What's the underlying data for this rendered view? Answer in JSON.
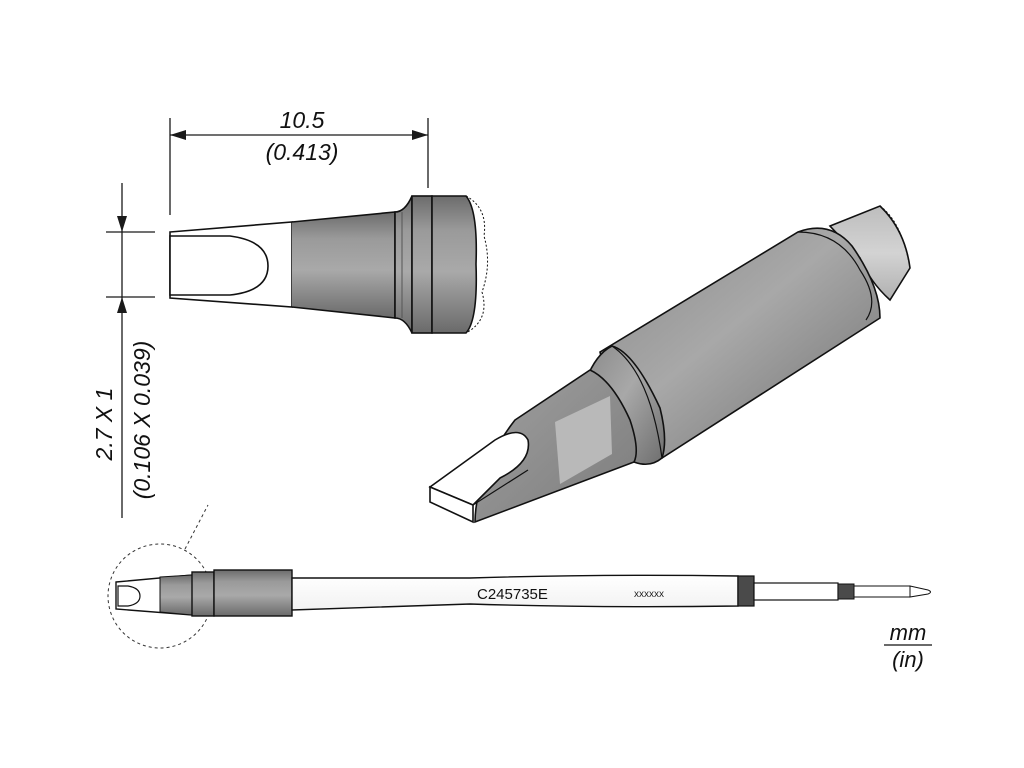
{
  "dimensions": {
    "length_mm": "10.5",
    "length_in": "(0.413)",
    "tip_mm": "2.7 X 1",
    "tip_in": "(0.106 X 0.039)"
  },
  "cartridge": {
    "part_number": "C245735E",
    "serial": "xxxxxx"
  },
  "units": {
    "primary": "mm",
    "secondary": "(in)"
  }
}
